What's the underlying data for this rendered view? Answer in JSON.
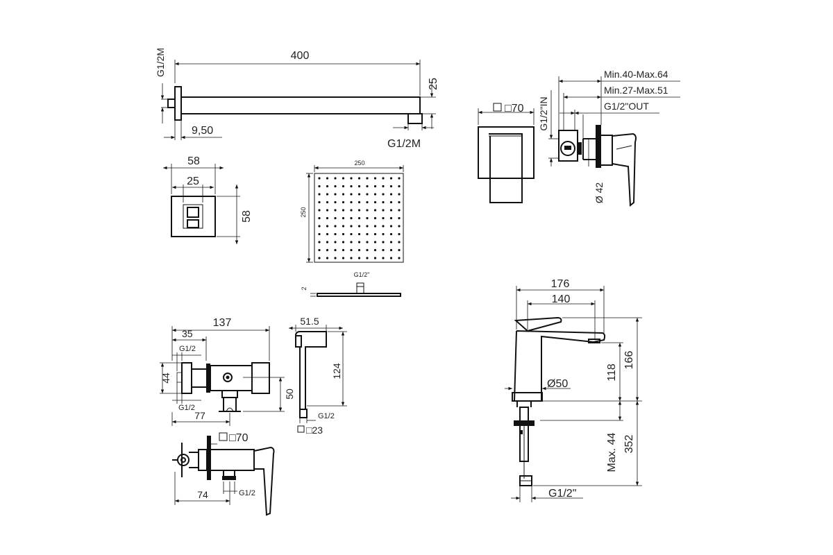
{
  "shower_arm": {
    "length": "400",
    "height": "25",
    "inlet_thread": "G1/2M",
    "outlet_thread": "G1/2M",
    "flange_depth": "9,50"
  },
  "arm_flange": {
    "width": "58",
    "inner": "25",
    "height": "58"
  },
  "shower_head": {
    "width": "250",
    "height": "250",
    "thickness": "2",
    "thread": "G1/2\""
  },
  "concealed_mixer": {
    "plate": "□70",
    "inlet": "G1/2\"IN",
    "depth_range_1": "Min.40-Max.64",
    "depth_range_2": "Min.27-Max.51",
    "outlet": "G1/2\"OUT",
    "diameter": "Ø 42"
  },
  "basin_mixer": {
    "overall_length": "176",
    "spout_reach": "140",
    "spout_height": "118",
    "total_height": "166",
    "base_diameter": "Ø50",
    "max_thickness": "Max. 44",
    "hose_length": "352",
    "thread": "G1/2\""
  },
  "bidet_valve": {
    "length": "137",
    "offset": "35",
    "thread_top": "G1/2",
    "height": "44",
    "thread_bottom": "G1/2",
    "depth": "77",
    "holder_height": "50"
  },
  "hand_spray": {
    "width": "51.5",
    "length": "124",
    "thread": "G1/2",
    "square": "□23"
  },
  "wall_valve": {
    "plate": "□70",
    "depth": "74",
    "thread": "G1/2"
  }
}
